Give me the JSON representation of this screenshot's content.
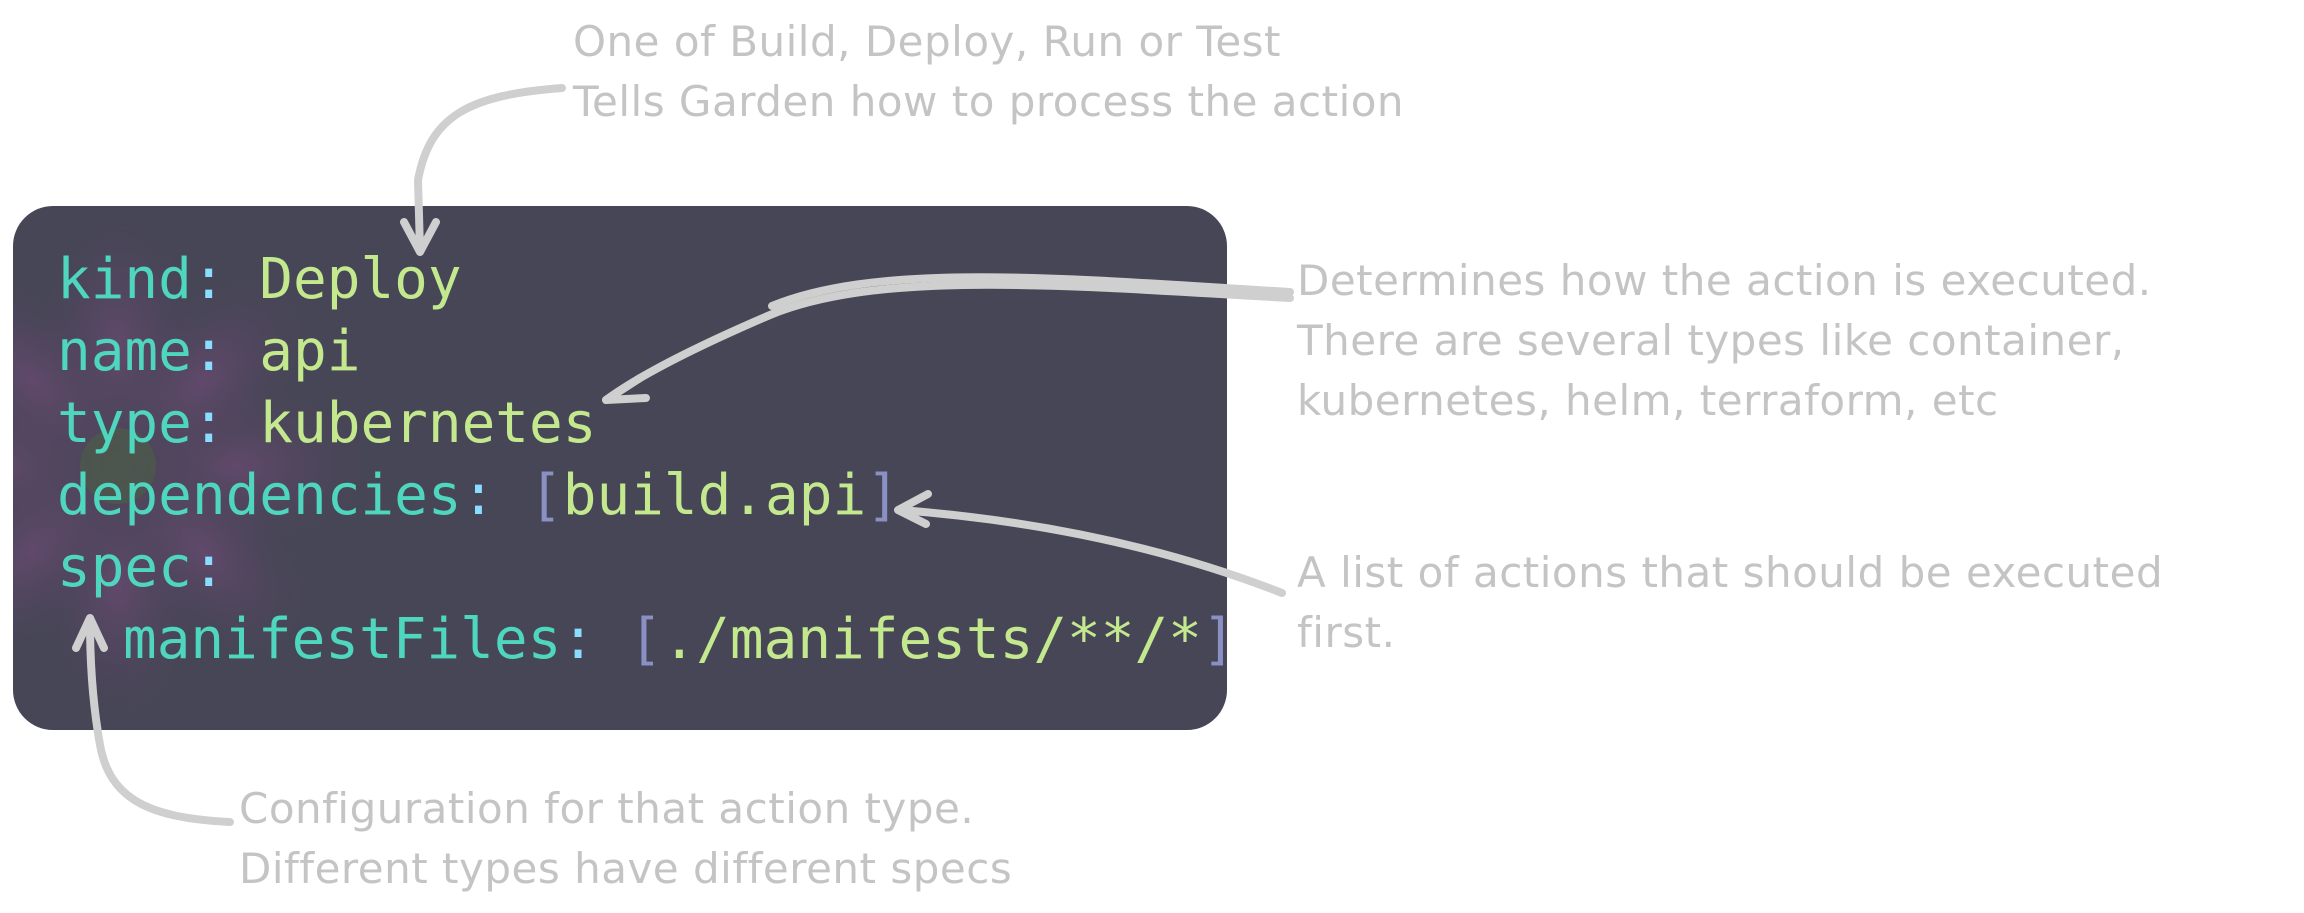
{
  "code": {
    "kind_key": "kind",
    "kind_value": "Deploy",
    "name_key": "name",
    "name_value": "api",
    "type_key": "type",
    "type_value": "kubernetes",
    "dependencies_key": "dependencies",
    "dependencies_value": "build.api",
    "spec_key": "spec",
    "manifest_key": "manifestFiles",
    "manifest_value": "./manifests/**/*",
    "colon": ":",
    "bracket_open": "[",
    "bracket_close": "]"
  },
  "annotations": {
    "kind": [
      "One of Build, Deploy, Run or Test",
      "Tells Garden how to process the action"
    ],
    "type": [
      "Determines how the action is executed.",
      "There are several types like container,",
      "kubernetes, helm, terraform, etc"
    ],
    "dependencies": [
      "A list of actions that should be executed",
      "first."
    ],
    "spec": [
      "Configuration for that action type.",
      "Different types have different specs"
    ]
  },
  "colors": {
    "panel_background": "#464656",
    "key": "#4fd6be",
    "value": "#c3e88d",
    "bracket": "#8a8fc4",
    "annotation_text": "#c4c4c4",
    "arrow": "#cfcfcf"
  }
}
